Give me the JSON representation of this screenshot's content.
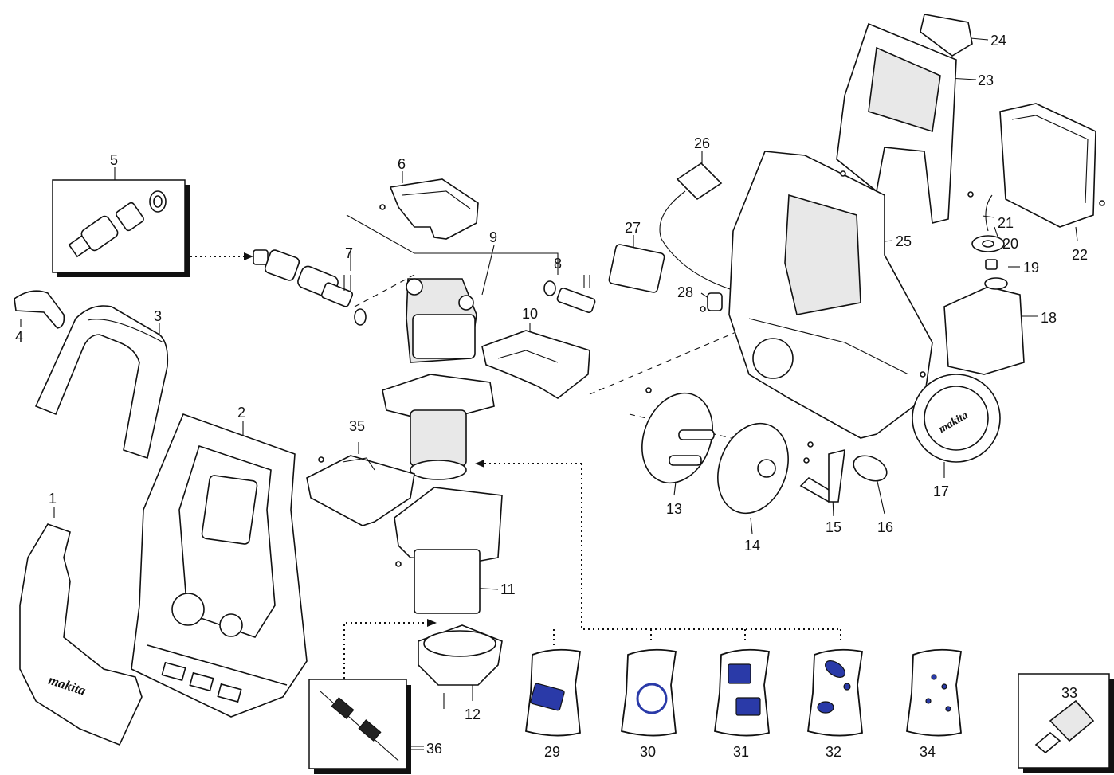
{
  "diagram": {
    "brand_logo_text": "makita",
    "part_labels": {
      "p1": "1",
      "p2": "2",
      "p3": "3",
      "p4": "4",
      "p5": "5",
      "p6": "6",
      "p7": "7",
      "p8": "8",
      "p9": "9",
      "p10": "10",
      "p11": "11",
      "p12": "12",
      "p13": "13",
      "p14": "14",
      "p15": "15",
      "p16": "16",
      "p17": "17",
      "p18": "18",
      "p19": "19",
      "p20": "20",
      "p21": "21",
      "p22": "22",
      "p23": "23",
      "p24": "24",
      "p25": "25",
      "p26": "26",
      "p27": "27",
      "p28": "28",
      "p29": "29",
      "p30": "30",
      "p31": "31",
      "p32": "32",
      "p33": "33",
      "p34": "34",
      "p35": "35",
      "p36": "36"
    },
    "accent_color": "#2a3aa8"
  }
}
